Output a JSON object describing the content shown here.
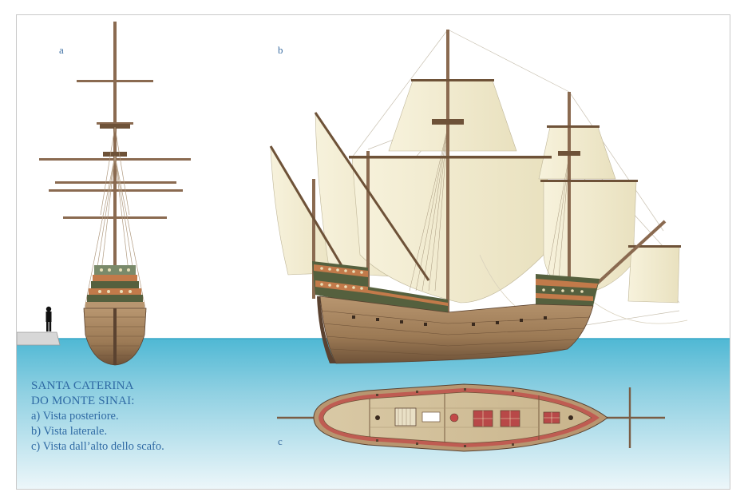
{
  "panels": {
    "a": "a",
    "b": "b",
    "c": "c"
  },
  "caption": {
    "title_line1": "SANTA CATERINA",
    "title_line2": "DO MONTE SINAI:",
    "item_a": "a) Vista posteriore.",
    "item_b": "b) Vista laterale.",
    "item_c": "c) Vista dall’alto dello scafo."
  },
  "colors": {
    "sea_top": "#4fb8d4",
    "sea_bottom": "#e8f4f8",
    "sail": "#f2ecd0",
    "hull_wood": "#9c7a55",
    "mast": "#8a6a50",
    "caption_text": "#2f6aa4"
  }
}
